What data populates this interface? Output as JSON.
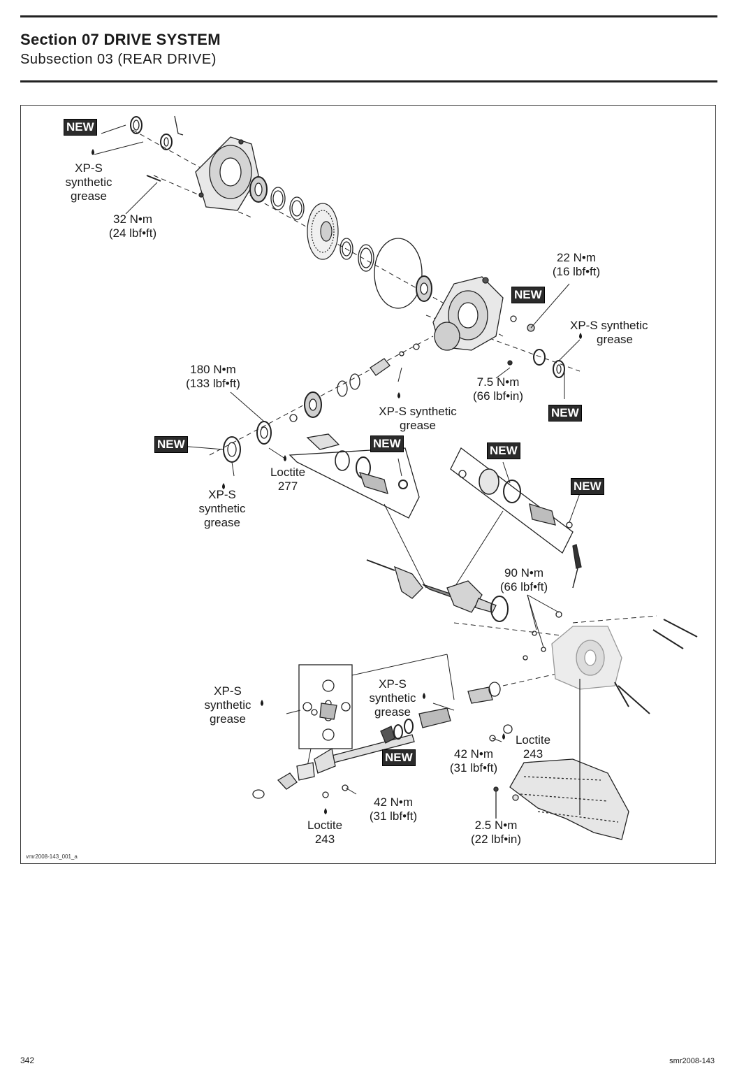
{
  "header": {
    "section_title": "Section 07 DRIVE SYSTEM",
    "subsection": "Subsection 03 (REAR DRIVE)"
  },
  "figure": {
    "badge_text": "NEW",
    "labels": {
      "grease_a": [
        "XP-S",
        "synthetic",
        "grease"
      ],
      "torque_32": [
        "32 N•m",
        "(24 lbf•ft)"
      ],
      "torque_22": [
        "22 N•m",
        "(16 lbf•ft)"
      ],
      "grease_b": [
        "XP-S synthetic",
        "grease"
      ],
      "torque_180": [
        "180 N•m",
        "(133 lbf•ft)"
      ],
      "torque_7_5": [
        "7.5 N•m",
        "(66 lbf•in)"
      ],
      "grease_c": [
        "XP-S synthetic",
        "grease"
      ],
      "grease_d": [
        "XP-S",
        "synthetic",
        "grease"
      ],
      "loctite_277": [
        "Loctite",
        "277"
      ],
      "torque_90": [
        "90 N•m",
        "(66 lbf•ft)"
      ],
      "grease_e": [
        "XP-S",
        "synthetic",
        "grease"
      ],
      "grease_f": [
        "XP-S",
        "synthetic",
        "grease"
      ],
      "loctite_243_a": [
        "Loctite",
        "243"
      ],
      "torque_42_a": [
        "42 N•m",
        "(31 lbf•ft)"
      ],
      "torque_42_b": [
        "42 N•m",
        "(31 lbf•ft)"
      ],
      "loctite_243_b": [
        "Loctite",
        "243"
      ],
      "torque_2_5": [
        "2.5 N•m",
        "(22 lbf•in)"
      ]
    },
    "figure_id": "vmr2008-143_001_a"
  },
  "footer": {
    "page_number": "342",
    "doc_code": "smr2008-143"
  }
}
